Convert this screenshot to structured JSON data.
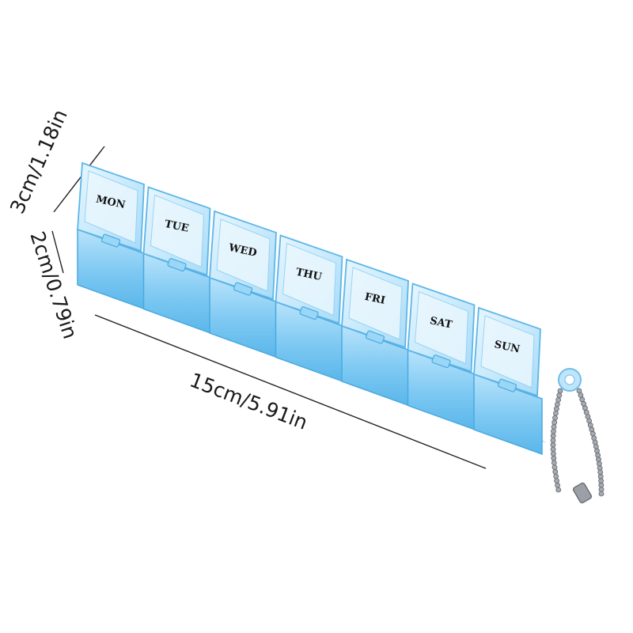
{
  "dimensions": {
    "height": "3cm/1.18in",
    "width": "2cm/0.79in",
    "length": "15cm/5.91in"
  },
  "days": [
    "MON",
    "TUE",
    "WED",
    "THU",
    "FRI",
    "SAT",
    "SUN"
  ],
  "colors": {
    "plastic": "#7cc8f2",
    "plastic_light": "#b6e1fa",
    "plastic_dark": "#4fb0e6",
    "lid": "#d6effc",
    "chain": "#8a8f96",
    "text": "#111111"
  }
}
